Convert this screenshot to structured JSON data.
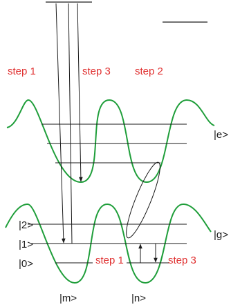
{
  "colors": {
    "wave": "#1f9e3a",
    "line": "#1a1a1a",
    "step_text": "#e03030",
    "text": "#1a1a1a",
    "background": "#ffffff"
  },
  "labels": {
    "step1_upper": "step 1",
    "step3_upper": "step 3",
    "step2_upper": "step 2",
    "step1_lower": "step 1",
    "step3_lower": "step 3",
    "ket_e": "|e>",
    "ket_g": "|g>",
    "ket_2": "|2>",
    "ket_1": "|1>",
    "ket_0": "|0>",
    "ket_m": "|m>",
    "ket_n": "|n>"
  }
}
